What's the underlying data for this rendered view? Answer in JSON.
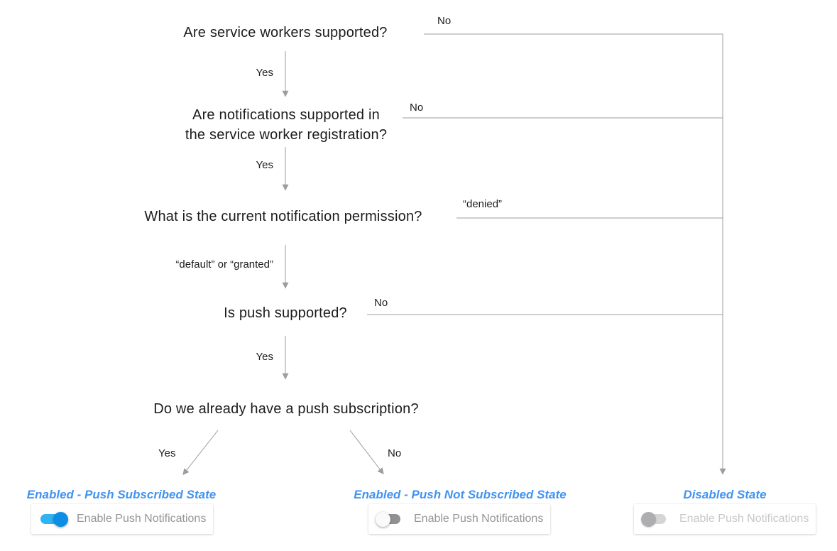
{
  "flow": {
    "q1": {
      "text": "Are service workers supported?",
      "yes": "Yes",
      "no": "No"
    },
    "q2": {
      "line1": "Are notifications supported in",
      "line2": "the service worker registration?",
      "yes": "Yes",
      "no": "No"
    },
    "q3": {
      "text": "What is the current notification permission?",
      "yes": "“default” or “granted”",
      "no": "“denied”"
    },
    "q4": {
      "text": "Is push supported?",
      "yes": "Yes",
      "no": "No"
    },
    "q5": {
      "text": "Do we already have a push subscription?",
      "yes": "Yes",
      "no": "No"
    }
  },
  "states": {
    "subscribed": {
      "label": "Enabled - Push Subscribed State",
      "toggle": "on",
      "control_label": "Enable Push Notifications"
    },
    "not_subscribed": {
      "label": "Enabled - Push Not Subscribed State",
      "toggle": "off",
      "control_label": "Enable Push Notifications"
    },
    "disabled": {
      "label": "Disabled State",
      "toggle": "disabled",
      "control_label": "Enable Push Notifications"
    }
  },
  "colors": {
    "state_label_blue": "#4293f0",
    "toggle_on_track": "#2fb3f2",
    "toggle_on_knob": "#0d8ee6",
    "toggle_off_track": "#919191",
    "toggle_off_knob": "#fafafa",
    "toggle_disabled_track": "#d5d5d8",
    "toggle_disabled_knob": "#aeaeb1",
    "connector_gray": "#9d9d9d"
  }
}
